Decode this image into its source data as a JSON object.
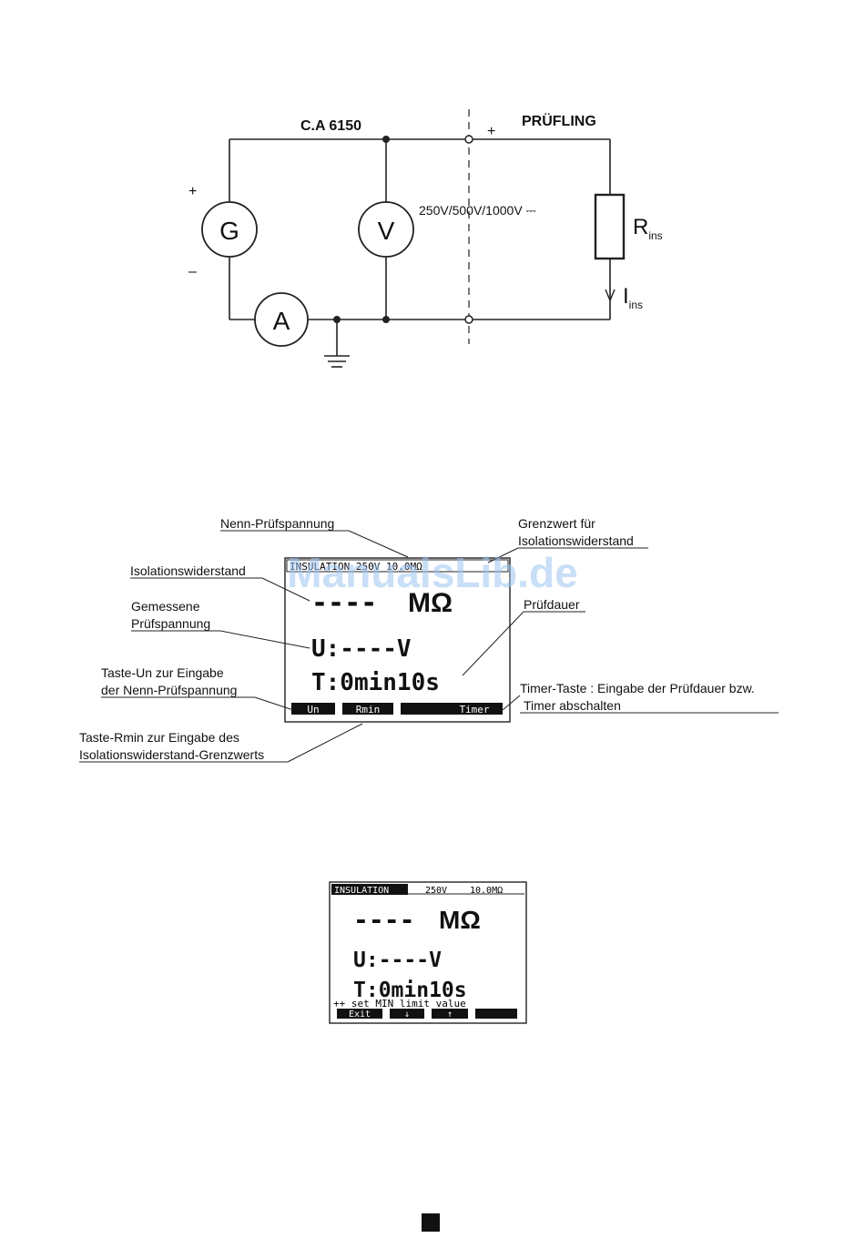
{
  "circuit": {
    "device_label": "C.A 6150",
    "dut_label": "PRÜFLING",
    "plus_left": "+",
    "minus_left": "–",
    "plus_right": "+",
    "generator": "G",
    "voltmeter": "V",
    "ammeter": "A",
    "voltage_label": "250V/500V/1000V ⎓",
    "resistor_main": "R",
    "resistor_sub": "ins",
    "current_main": "I",
    "current_sub": "ins"
  },
  "screen1": {
    "header": "INSULATION  250V  10.0MΩ",
    "resistance_dashes": "----",
    "resistance_unit": "MΩ",
    "voltage_line": "U:----V",
    "time_line": "T:0min10s",
    "softkeys": [
      "Un",
      "Rmin",
      "",
      "Timer"
    ],
    "callouts": {
      "nominal_voltage": "Nenn-Prüfspannung",
      "limit_line1": "Grenzwert für",
      "limit_line2": "Isolationswiderstand",
      "insulation_resistance": "Isolationswiderstand",
      "measured_line1": "Gemessene",
      "measured_line2": "Prüfspannung",
      "duration": "Prüfdauer",
      "key_un_line1": "Taste-Un zur Eingabe",
      "key_un_line2": "der Nenn-Prüfspannung",
      "timer_line1": "Timer-Taste : Eingabe der Prüfdauer bzw.",
      "timer_line2": "Timer abschalten",
      "key_rmin_line1": "Taste-Rmin zur Eingabe des",
      "key_rmin_line2": "Isolationswiderstand-Grenzwerts"
    }
  },
  "screen2": {
    "header_left": "INSULATION",
    "header_mid": "250V",
    "header_right": "10.0MΩ",
    "resistance_dashes": "----",
    "resistance_unit": "MΩ",
    "voltage_line": "U:----V",
    "time_line": "T:0min10s",
    "hint": "++ set MIN limit value",
    "softkeys": [
      "Exit",
      "↓",
      "↑",
      ""
    ]
  },
  "watermark": "ManualsLib.de"
}
